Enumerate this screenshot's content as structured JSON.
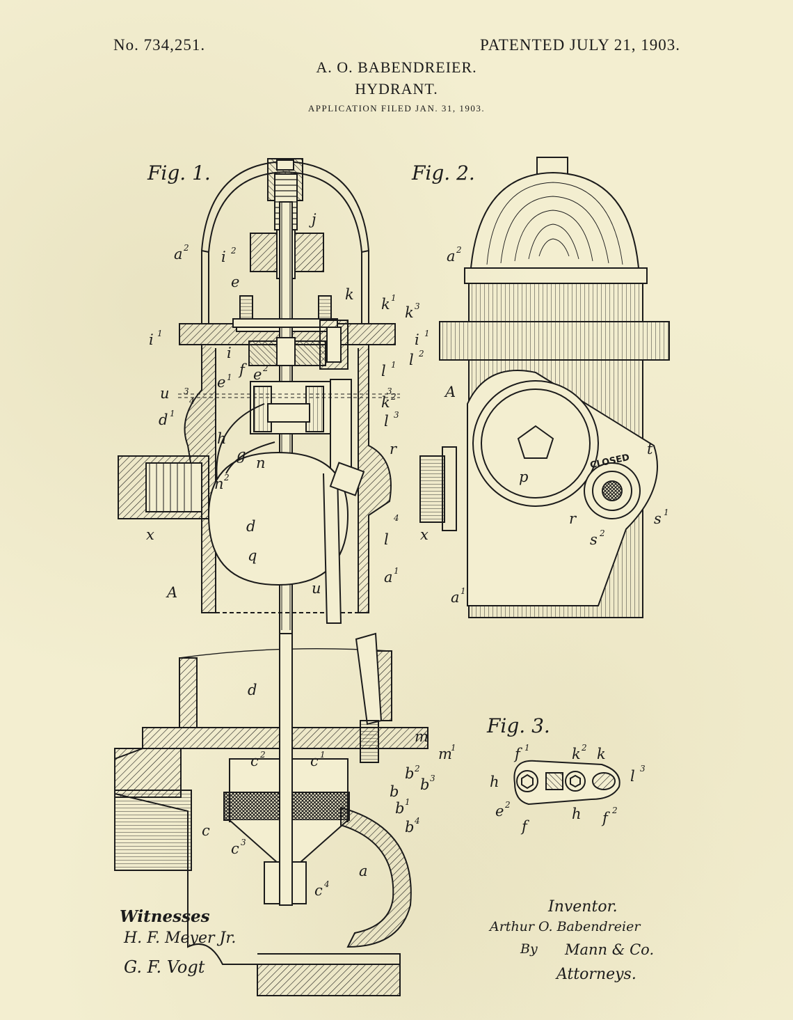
{
  "header": {
    "patent_number": "No. 734,251.",
    "patent_date": "PATENTED JULY 21, 1903.",
    "inventor_name": "A. O. BABENDREIER.",
    "title": "HYDRANT.",
    "application_filed": "APPLICATION FILED JAN. 31, 1903."
  },
  "figures": {
    "fig1": "Fig. 1.",
    "fig2": "Fig. 2.",
    "fig3": "Fig. 3."
  },
  "fig1_labels": {
    "j": "j",
    "a2": "a",
    "i2": "i",
    "e": "e",
    "k": "k",
    "k1": "k",
    "k3": "k",
    "i1": "i",
    "i": "i",
    "l2": "l",
    "l1": "l",
    "f": "f",
    "e1": "e",
    "e2": "e",
    "u_top": "u",
    "n3": "3",
    "n4": "4",
    "n3b": "3",
    "k2": "k",
    "d1": "d",
    "l3": "l",
    "h": "h",
    "g": "g",
    "n": "n",
    "r": "r",
    "n2": "n",
    "x": "x",
    "n4b": "4",
    "d": "d",
    "q": "q",
    "l": "l",
    "u": "u",
    "a1": "a",
    "A": "A",
    "d_low": "d",
    "m": "m",
    "m1": "m",
    "c2": "c",
    "c1": "c",
    "b2": "b",
    "b3": "b",
    "b": "b",
    "b1": "b",
    "b4": "b",
    "c": "c",
    "c3": "c",
    "c4": "c",
    "a": "a"
  },
  "fig2_labels": {
    "a2": "a",
    "i1": "i",
    "A": "A",
    "p": "p",
    "closed": "CLOSED",
    "t": "t",
    "r": "r",
    "s1": "s",
    "s2": "s",
    "x": "x",
    "a1": "a"
  },
  "fig3_labels": {
    "f1": "f",
    "k2": "k",
    "k": "k",
    "h_left": "h",
    "l3": "l",
    "e2": "e",
    "f": "f",
    "h": "h",
    "f2": "f"
  },
  "signatures": {
    "witnesses_label": "Witnesses",
    "witness_1": "H. F. Meyer Jr.",
    "witness_2": "G. F. Vogt",
    "inventor_label": "Inventor.",
    "inventor_signature": "Arthur O. Babendreier",
    "by_label": "By",
    "attorney_name": "Mann & Co.",
    "attorneys_label": "Attorneys."
  },
  "colors": {
    "paper": "#f3eed0",
    "ink": "#1b1b1b"
  }
}
